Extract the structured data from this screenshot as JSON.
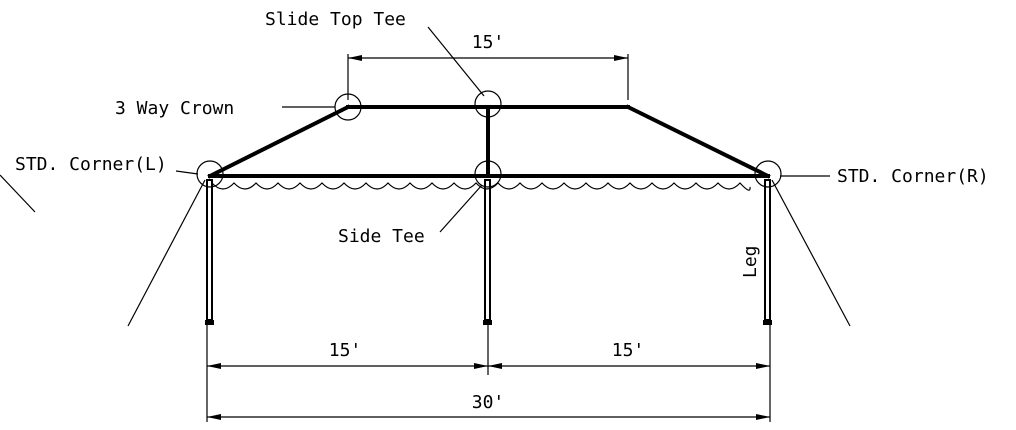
{
  "labels": {
    "slide_top_tee": "Slide Top Tee",
    "three_way_crown": "3 Way Crown",
    "std_corner_left": "STD. Corner(L)",
    "std_corner_right": "STD. Corner(R)",
    "side_tee": "Side Tee",
    "leg": "Leg"
  },
  "dimensions": {
    "top": "15'",
    "bottom_left": "15'",
    "bottom_right": "15'",
    "overall": "30'"
  }
}
